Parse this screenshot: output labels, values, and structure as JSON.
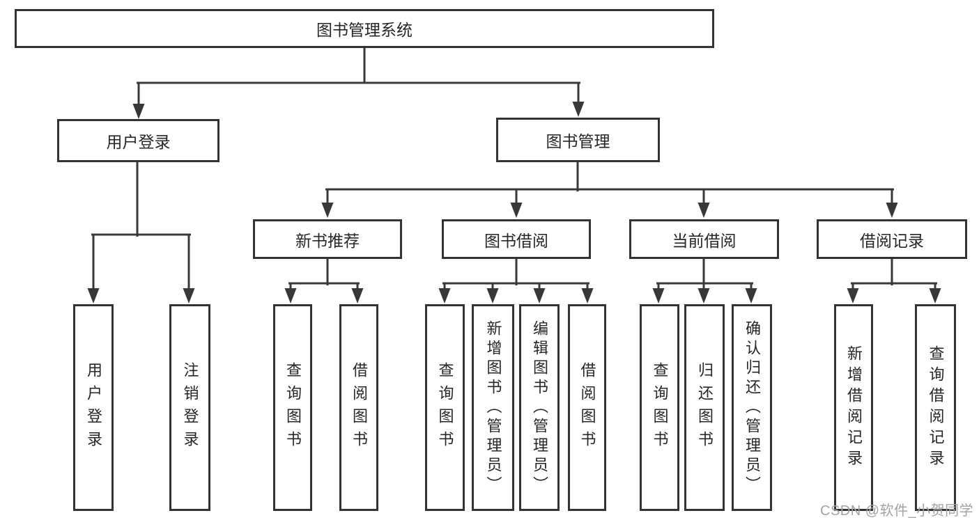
{
  "colors": {
    "line": "#383838",
    "border": "#333333",
    "text": "#262626",
    "watermark_text": "#a3a3a3",
    "background": "#ffffff"
  },
  "diagram": {
    "root": {
      "label": "图书管理系统"
    },
    "level2": [
      {
        "id": "user-login",
        "label": "用户登录",
        "parent": "图书管理系统"
      },
      {
        "id": "book-management",
        "label": "图书管理",
        "parent": "图书管理系统"
      }
    ],
    "level3": [
      {
        "id": "new-book-recommend",
        "label": "新书推荐",
        "parent": "图书管理"
      },
      {
        "id": "book-borrow",
        "label": "图书借阅",
        "parent": "图书管理"
      },
      {
        "id": "current-borrow",
        "label": "当前借阅",
        "parent": "图书管理"
      },
      {
        "id": "borrow-records",
        "label": "借阅记录",
        "parent": "图书管理"
      }
    ],
    "leaves": [
      {
        "label": "用户登录",
        "parent": "用户登录"
      },
      {
        "label": "注销登录",
        "parent": "用户登录"
      },
      {
        "label": "查询图书",
        "parent": "新书推荐"
      },
      {
        "label": "借阅图书",
        "parent": "新书推荐"
      },
      {
        "label": "查询图书",
        "parent": "图书借阅"
      },
      {
        "label": "新增图书（管理员）",
        "parent": "图书借阅"
      },
      {
        "label": "编辑图书（管理员）",
        "parent": "图书借阅"
      },
      {
        "label": "借阅图书",
        "parent": "图书借阅"
      },
      {
        "label": "查询图书",
        "parent": "当前借阅"
      },
      {
        "label": "归还图书",
        "parent": "当前借阅"
      },
      {
        "label": "确认归还（管理员）",
        "parent": "当前借阅"
      },
      {
        "label": "新增借阅记录",
        "parent": "借阅记录"
      },
      {
        "label": "查询借阅记录",
        "parent": "借阅记录"
      }
    ]
  },
  "watermark": {
    "text": "CSDN @软件_小贺同学"
  }
}
